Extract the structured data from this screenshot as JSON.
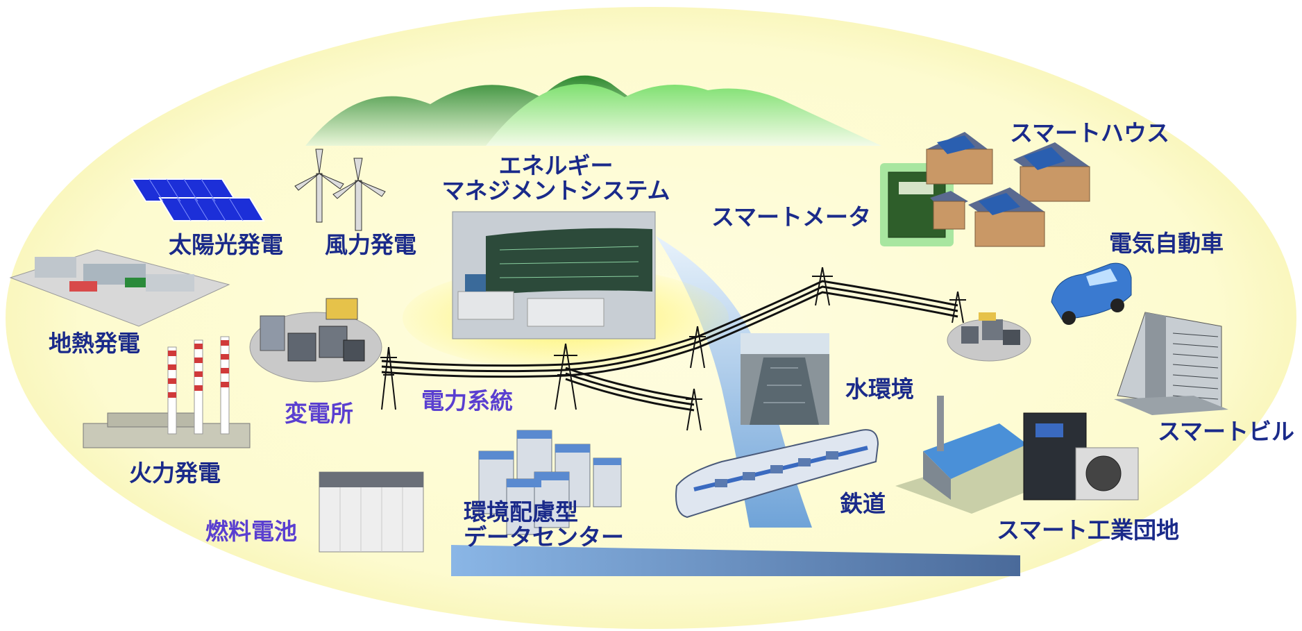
{
  "labels": {
    "solar": "太陽光発電",
    "wind": "風力発電",
    "ems_line1": "エネルギー",
    "ems_line2": "マネジメントシステム",
    "smart_meter": "スマートメータ",
    "smart_house": "スマートハウス",
    "ev": "電気自動車",
    "geothermal": "地熱発電",
    "substation": "変電所",
    "grid": "電力系統",
    "water": "水環境",
    "smart_building": "スマートビル",
    "thermal": "火力発電",
    "fuel_cell": "燃料電池",
    "datacenter_line1": "環境配慮型",
    "datacenter_line2": "データセンター",
    "railway": "鉄道",
    "industrial_park": "スマート工業団地"
  },
  "colors": {
    "label_dark": "#1a2a8a",
    "label_violet": "#5a3fd0",
    "ellipse_fill": "#fdfbcf",
    "mountain_green": "#2f9a3a",
    "mountain_light": "#8be07a",
    "river": "#7fb0e0",
    "solar_panel": "#1c2fd8",
    "roof_panel": "#2a5fb0"
  }
}
